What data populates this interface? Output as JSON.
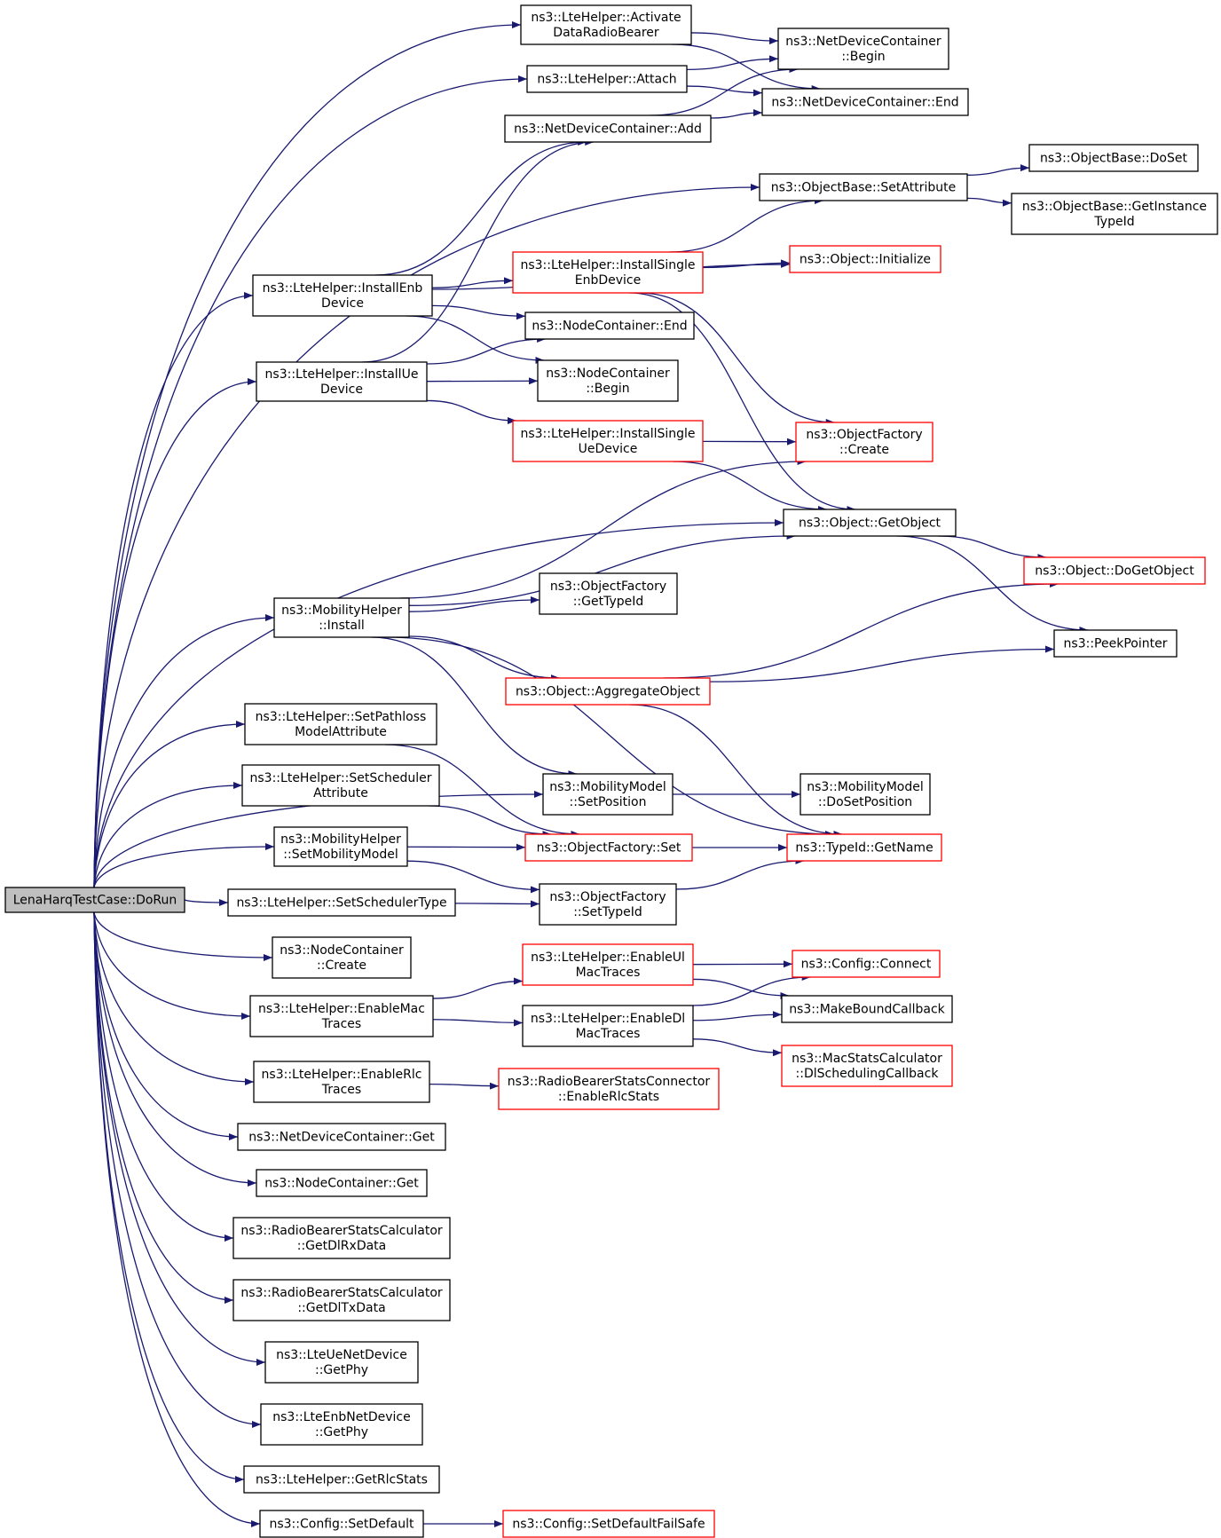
{
  "colors": {
    "edge": "#191970",
    "node_border": "#000000",
    "node_border_truncated": "#ff0000",
    "root_fill": "#bfbfbf",
    "node_fill": "#ffffff"
  },
  "nodes": [
    {
      "id": "root",
      "lines": [
        "LenaHarqTestCase::DoRun"
      ],
      "root": true
    },
    {
      "id": "activate",
      "lines": [
        "ns3::LteHelper::Activate",
        "DataRadioBearer"
      ]
    },
    {
      "id": "attach",
      "lines": [
        "ns3::LteHelper::Attach"
      ]
    },
    {
      "id": "ndc_add",
      "lines": [
        "ns3::NetDeviceContainer::Add"
      ]
    },
    {
      "id": "ndc_begin",
      "lines": [
        "ns3::NetDeviceContainer",
        "::Begin"
      ]
    },
    {
      "id": "ndc_end",
      "lines": [
        "ns3::NetDeviceContainer::End"
      ]
    },
    {
      "id": "ob_setattr",
      "lines": [
        "ns3::ObjectBase::SetAttribute"
      ]
    },
    {
      "id": "ob_doset",
      "lines": [
        "ns3::ObjectBase::DoSet"
      ]
    },
    {
      "id": "ob_getinst",
      "lines": [
        "ns3::ObjectBase::GetInstance",
        "TypeId"
      ]
    },
    {
      "id": "installenb",
      "lines": [
        "ns3::LteHelper::InstallEnb",
        "Device"
      ]
    },
    {
      "id": "installsingleenb",
      "lines": [
        "ns3::LteHelper::InstallSingle",
        "EnbDevice"
      ],
      "truncated": true
    },
    {
      "id": "obj_init",
      "lines": [
        "ns3::Object::Initialize"
      ],
      "truncated": true
    },
    {
      "id": "nc_end",
      "lines": [
        "ns3::NodeContainer::End"
      ]
    },
    {
      "id": "installue",
      "lines": [
        "ns3::LteHelper::InstallUe",
        "Device"
      ]
    },
    {
      "id": "nc_begin",
      "lines": [
        "ns3::NodeContainer",
        "::Begin"
      ]
    },
    {
      "id": "installsingleue",
      "lines": [
        "ns3::LteHelper::InstallSingle",
        "UeDevice"
      ],
      "truncated": true
    },
    {
      "id": "of_create",
      "lines": [
        "ns3::ObjectFactory",
        "::Create"
      ],
      "truncated": true
    },
    {
      "id": "obj_getobject",
      "lines": [
        "ns3::Object::GetObject"
      ]
    },
    {
      "id": "obj_dogetobject",
      "lines": [
        "ns3::Object::DoGetObject"
      ],
      "truncated": true
    },
    {
      "id": "of_gettypeid",
      "lines": [
        "ns3::ObjectFactory",
        "::GetTypeId"
      ]
    },
    {
      "id": "mh_install",
      "lines": [
        "ns3::MobilityHelper",
        "::Install"
      ]
    },
    {
      "id": "peekpointer",
      "lines": [
        "ns3::PeekPointer"
      ]
    },
    {
      "id": "obj_aggregate",
      "lines": [
        "ns3::Object::AggregateObject"
      ],
      "truncated": true
    },
    {
      "id": "setpathloss",
      "lines": [
        "ns3::LteHelper::SetPathloss",
        "ModelAttribute"
      ]
    },
    {
      "id": "mm_setpos",
      "lines": [
        "ns3::MobilityModel",
        "::SetPosition"
      ]
    },
    {
      "id": "mm_dosetpos",
      "lines": [
        "ns3::MobilityModel",
        "::DoSetPosition"
      ]
    },
    {
      "id": "setscheduler",
      "lines": [
        "ns3::LteHelper::SetScheduler",
        "Attribute"
      ]
    },
    {
      "id": "mh_setmob",
      "lines": [
        "ns3::MobilityHelper",
        "::SetMobilityModel"
      ]
    },
    {
      "id": "of_set",
      "lines": [
        "ns3::ObjectFactory::Set"
      ],
      "truncated": true
    },
    {
      "id": "typeid_getname",
      "lines": [
        "ns3::TypeId::GetName"
      ],
      "truncated": true
    },
    {
      "id": "setschedtype",
      "lines": [
        "ns3::LteHelper::SetSchedulerType"
      ]
    },
    {
      "id": "of_settypeid",
      "lines": [
        "ns3::ObjectFactory",
        "::SetTypeId"
      ]
    },
    {
      "id": "nc_create",
      "lines": [
        "ns3::NodeContainer",
        "::Create"
      ]
    },
    {
      "id": "enableul",
      "lines": [
        "ns3::LteHelper::EnableUl",
        "MacTraces"
      ],
      "truncated": true
    },
    {
      "id": "cfg_connect",
      "lines": [
        "ns3::Config::Connect"
      ],
      "truncated": true
    },
    {
      "id": "enablemac",
      "lines": [
        "ns3::LteHelper::EnableMac",
        "Traces"
      ]
    },
    {
      "id": "enabledl",
      "lines": [
        "ns3::LteHelper::EnableDl",
        "MacTraces"
      ]
    },
    {
      "id": "makebound",
      "lines": [
        "ns3::MakeBoundCallback"
      ]
    },
    {
      "id": "macstats",
      "lines": [
        "ns3::MacStatsCalculator",
        "::DlSchedulingCallback"
      ],
      "truncated": true
    },
    {
      "id": "enablerlc",
      "lines": [
        "ns3::LteHelper::EnableRlc",
        "Traces"
      ]
    },
    {
      "id": "rbsc_enable",
      "lines": [
        "ns3::RadioBearerStatsConnector",
        "::EnableRlcStats"
      ],
      "truncated": true
    },
    {
      "id": "ndc_get",
      "lines": [
        "ns3::NetDeviceContainer::Get"
      ]
    },
    {
      "id": "nc_get",
      "lines": [
        "ns3::NodeContainer::Get"
      ]
    },
    {
      "id": "rbsc_rx",
      "lines": [
        "ns3::RadioBearerStatsCalculator",
        "::GetDlRxData"
      ]
    },
    {
      "id": "rbsc_tx",
      "lines": [
        "ns3::RadioBearerStatsCalculator",
        "::GetDlTxData"
      ]
    },
    {
      "id": "ue_getphy",
      "lines": [
        "ns3::LteUeNetDevice",
        "::GetPhy"
      ]
    },
    {
      "id": "enb_getphy",
      "lines": [
        "ns3::LteEnbNetDevice",
        "::GetPhy"
      ]
    },
    {
      "id": "getrlcstats",
      "lines": [
        "ns3::LteHelper::GetRlcStats"
      ]
    },
    {
      "id": "cfg_setdefault",
      "lines": [
        "ns3::Config::SetDefault"
      ]
    },
    {
      "id": "cfg_setdefaultfs",
      "lines": [
        "ns3::Config::SetDefaultFailSafe"
      ],
      "truncated": true
    }
  ],
  "edges": [
    [
      "root",
      "activate"
    ],
    [
      "root",
      "attach"
    ],
    [
      "root",
      "ob_setattr"
    ],
    [
      "root",
      "installenb"
    ],
    [
      "root",
      "installue"
    ],
    [
      "root",
      "obj_getobject"
    ],
    [
      "root",
      "mh_install"
    ],
    [
      "root",
      "mm_setpos"
    ],
    [
      "root",
      "setpathloss"
    ],
    [
      "root",
      "setscheduler"
    ],
    [
      "root",
      "mh_setmob"
    ],
    [
      "root",
      "setschedtype"
    ],
    [
      "root",
      "nc_create"
    ],
    [
      "root",
      "enablemac"
    ],
    [
      "root",
      "enablerlc"
    ],
    [
      "root",
      "ndc_get"
    ],
    [
      "root",
      "nc_get"
    ],
    [
      "root",
      "rbsc_rx"
    ],
    [
      "root",
      "rbsc_tx"
    ],
    [
      "root",
      "ue_getphy"
    ],
    [
      "root",
      "enb_getphy"
    ],
    [
      "root",
      "getrlcstats"
    ],
    [
      "root",
      "cfg_setdefault"
    ],
    [
      "activate",
      "ndc_begin"
    ],
    [
      "activate",
      "ndc_end"
    ],
    [
      "attach",
      "ndc_begin"
    ],
    [
      "attach",
      "ndc_end"
    ],
    [
      "ndc_add",
      "ndc_begin"
    ],
    [
      "ndc_add",
      "ndc_end"
    ],
    [
      "ob_setattr",
      "ob_doset"
    ],
    [
      "ob_setattr",
      "ob_getinst"
    ],
    [
      "installenb",
      "ndc_add"
    ],
    [
      "installenb",
      "obj_init"
    ],
    [
      "installenb",
      "installsingleenb"
    ],
    [
      "installenb",
      "nc_end"
    ],
    [
      "installenb",
      "nc_begin"
    ],
    [
      "installsingleenb",
      "ob_setattr"
    ],
    [
      "installsingleenb",
      "obj_init"
    ],
    [
      "installsingleenb",
      "of_create"
    ],
    [
      "installsingleenb",
      "obj_getobject"
    ],
    [
      "installue",
      "ndc_add"
    ],
    [
      "installue",
      "nc_end"
    ],
    [
      "installue",
      "nc_begin"
    ],
    [
      "installue",
      "installsingleue"
    ],
    [
      "installsingleue",
      "of_create"
    ],
    [
      "installsingleue",
      "obj_getobject"
    ],
    [
      "obj_getobject",
      "obj_dogetobject"
    ],
    [
      "obj_getobject",
      "peekpointer"
    ],
    [
      "mh_install",
      "of_create"
    ],
    [
      "mh_install",
      "of_gettypeid"
    ],
    [
      "mh_install",
      "obj_getobject"
    ],
    [
      "mh_install",
      "obj_aggregate"
    ],
    [
      "mh_install",
      "mm_setpos"
    ],
    [
      "mh_install",
      "typeid_getname"
    ],
    [
      "obj_aggregate",
      "obj_dogetobject"
    ],
    [
      "obj_aggregate",
      "peekpointer"
    ],
    [
      "obj_aggregate",
      "typeid_getname"
    ],
    [
      "setpathloss",
      "of_set"
    ],
    [
      "mm_setpos",
      "mm_dosetpos"
    ],
    [
      "setscheduler",
      "of_set"
    ],
    [
      "mh_setmob",
      "of_set"
    ],
    [
      "mh_setmob",
      "of_settypeid"
    ],
    [
      "of_set",
      "typeid_getname"
    ],
    [
      "setschedtype",
      "of_settypeid"
    ],
    [
      "of_settypeid",
      "typeid_getname"
    ],
    [
      "enablemac",
      "enableul"
    ],
    [
      "enablemac",
      "enabledl"
    ],
    [
      "enableul",
      "cfg_connect"
    ],
    [
      "enableul",
      "makebound"
    ],
    [
      "enabledl",
      "cfg_connect"
    ],
    [
      "enabledl",
      "makebound"
    ],
    [
      "enabledl",
      "macstats"
    ],
    [
      "enablerlc",
      "rbsc_enable"
    ],
    [
      "cfg_setdefault",
      "cfg_setdefaultfs"
    ]
  ]
}
